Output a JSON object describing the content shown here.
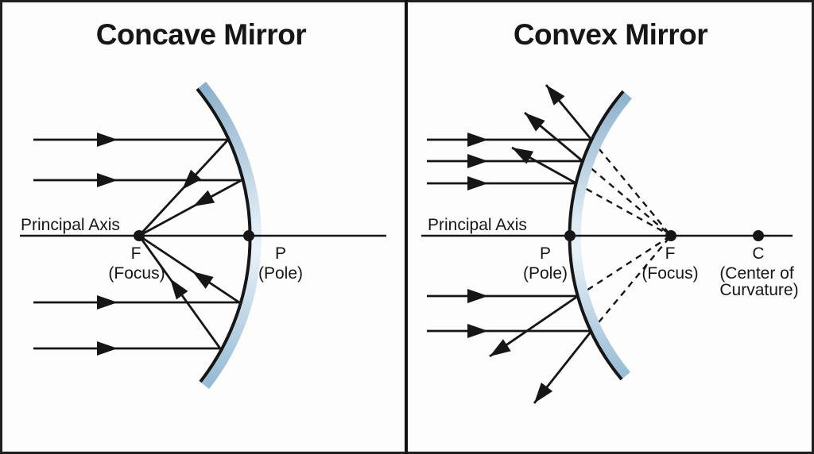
{
  "page": {
    "background": "#fdfdfd",
    "frame_border_color": "#1f1f1f",
    "divider_color": "#111111"
  },
  "colors": {
    "line": "#161616",
    "mirror_tint_edge": "#8cb1cc",
    "mirror_tint_center": "#e9f2f8"
  },
  "left_panel": {
    "title": "Concave Mirror",
    "axis_label": "Principal Axis",
    "focus": {
      "label": "F",
      "sublabel": "(Focus)"
    },
    "pole": {
      "label": "P",
      "sublabel": "(Pole)"
    },
    "mirror_type": "concave",
    "incident_ray_count": 4,
    "ray_behavior": "parallel incident rays reflect and converge at focus F"
  },
  "right_panel": {
    "title": "Convex Mirror",
    "axis_label": "Principal Axis",
    "pole": {
      "label": "P",
      "sublabel": "(Pole)"
    },
    "focus": {
      "label": "F",
      "sublabel": "(Focus)"
    },
    "center_of_curvature": {
      "label": "C",
      "sublabel_line1": "(Center of",
      "sublabel_line2": "Curvature)"
    },
    "mirror_type": "convex",
    "incident_ray_count": 5,
    "ray_behavior": "parallel incident rays reflect and diverge; dashed backward extensions meet at virtual focus F"
  }
}
